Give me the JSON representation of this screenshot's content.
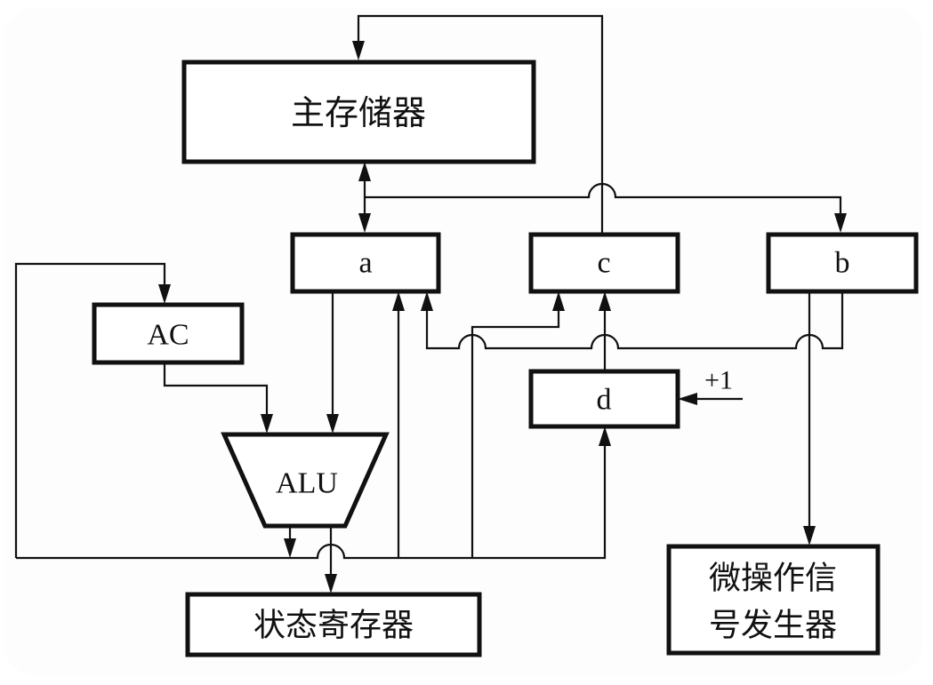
{
  "diagram": {
    "type": "cpu-datapath-block-diagram",
    "blocks": {
      "main_memory": "主存储器",
      "reg_a": "a",
      "reg_b": "b",
      "reg_c": "c",
      "reg_d": "d",
      "ac": "AC",
      "alu": "ALU",
      "status_register": "状态寄存器",
      "micro_op_gen_line1": "微操作信",
      "micro_op_gen_line2": "号发生器"
    },
    "increment_label": "+1",
    "connections": [
      {
        "from": "main_memory",
        "to": "reg_a",
        "kind": "bidirectional"
      },
      {
        "from": "main_memory/a-bus",
        "to": "reg_b"
      },
      {
        "from": "reg_c",
        "to": "main_memory"
      },
      {
        "from": "reg_a",
        "to": "alu"
      },
      {
        "from": "ac",
        "to": "alu"
      },
      {
        "from": "alu",
        "to": "bottom-bus"
      },
      {
        "from": "alu",
        "to": "status_register"
      },
      {
        "from": "bottom-bus",
        "to": "ac"
      },
      {
        "from": "bottom-bus",
        "to": "reg_a"
      },
      {
        "from": "bottom-bus",
        "to": "reg_c"
      },
      {
        "from": "bottom-bus",
        "to": "reg_d"
      },
      {
        "from": "reg_b",
        "to": "reg_a"
      },
      {
        "from": "reg_d",
        "to": "reg_c"
      },
      {
        "from": "increment",
        "to": "reg_d"
      },
      {
        "from": "reg_b",
        "to": "micro_op_gen"
      }
    ]
  },
  "colors": {
    "stroke": "#111111",
    "background": "#ffffff"
  }
}
